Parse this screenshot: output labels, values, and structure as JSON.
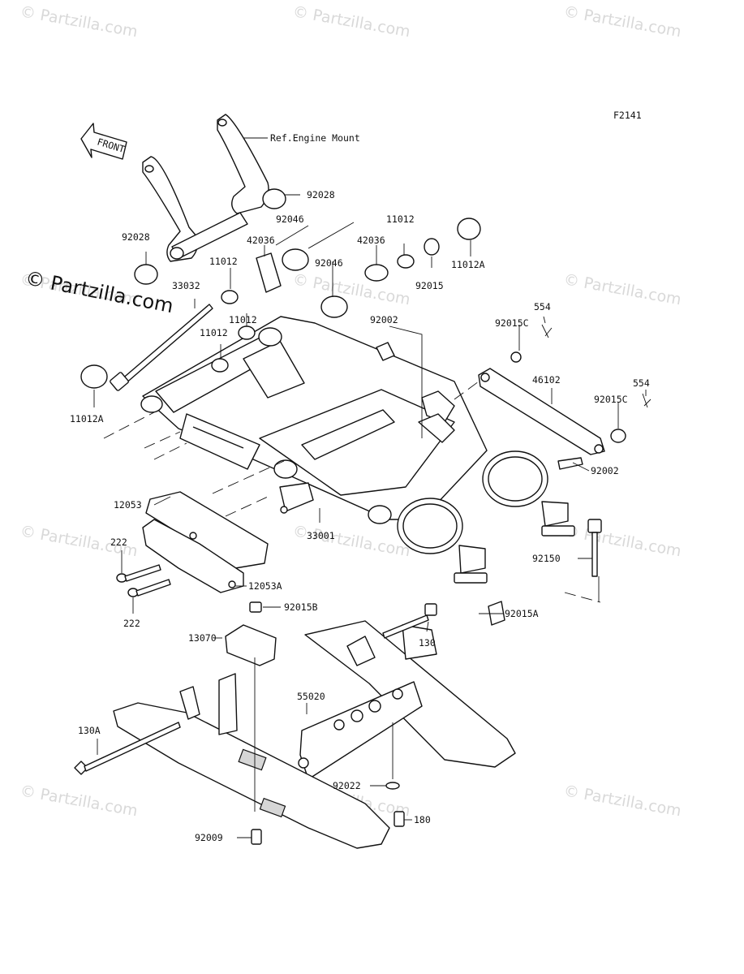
{
  "figure_code": "F2141",
  "front_arrow_label": "FRONT",
  "reference_note": "Ref.Engine Mount",
  "copyright_text": "© Partzilla.com",
  "watermark_text": "© Partzilla.com",
  "part_labels": [
    "92028",
    "92046",
    "11012",
    "42036",
    "11012A",
    "92015",
    "92028",
    "42036",
    "92046",
    "11012",
    "33032",
    "11012",
    "11012",
    "92002",
    "554",
    "92015C",
    "11012A",
    "46102",
    "554",
    "92015C",
    "92002",
    "12053",
    "33001",
    "222",
    "92150",
    "12053A",
    "222",
    "92015B",
    "92015A",
    "13070",
    "130",
    "55020",
    "130A",
    "92022",
    "180",
    "92009"
  ],
  "colors": {
    "ink": "#111111",
    "watermark": "#d9d9d9",
    "paper": "#ffffff",
    "shade": "#d6d6d6"
  }
}
